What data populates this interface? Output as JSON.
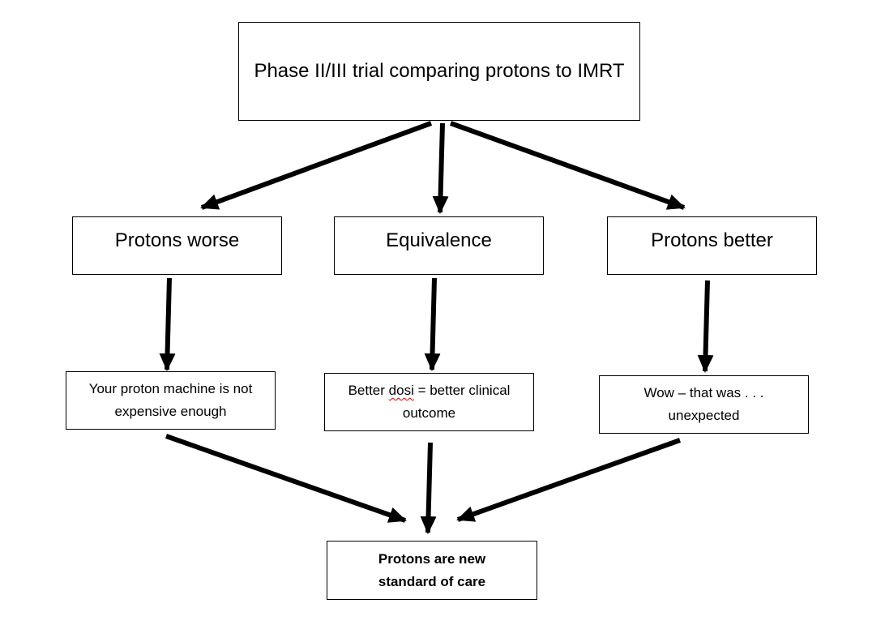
{
  "diagram": {
    "root": {
      "label": "Phase II/III trial comparing protons to IMRT"
    },
    "outcomes": [
      {
        "label": "Protons worse"
      },
      {
        "label": "Equivalence"
      },
      {
        "label": "Protons better"
      }
    ],
    "interpretations": [
      {
        "label": "Your proton machine is not expensive enough"
      },
      {
        "before": "Better ",
        "flagged_word": "dosi",
        "after": " = better clinical outcome"
      },
      {
        "label": "Wow – that was . . . unexpected"
      }
    ],
    "conclusion": {
      "label": "Protons are new standard of care"
    },
    "colors": {
      "stroke": "#000000",
      "box_fill": "#ffffff",
      "spellcheck_underline": "#e00000"
    }
  }
}
